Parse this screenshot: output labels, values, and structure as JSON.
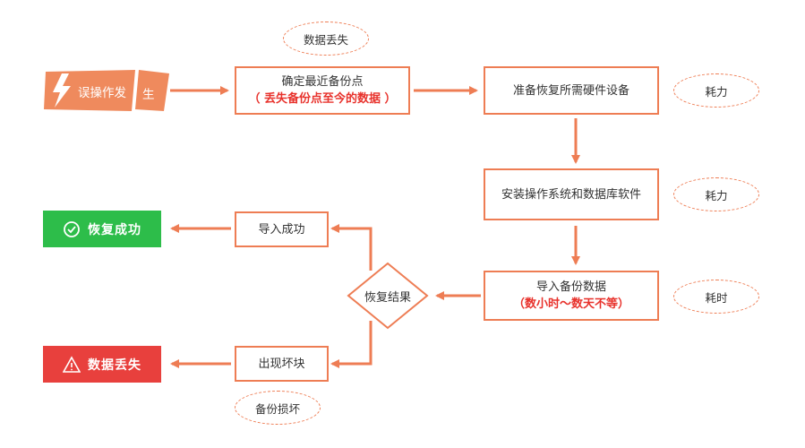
{
  "start": {
    "label_main": "误操作发",
    "label_tail": "生"
  },
  "nodes": {
    "confirm_backup": {
      "line1": "确定最近备份点",
      "line2": "（ 丢失备份点至今的数据 ）"
    },
    "prepare_hw": {
      "label": "准备恢复所需硬件设备"
    },
    "install_sw": {
      "label": "安装操作系统和数据库软件"
    },
    "import_data": {
      "line1": "导入备份数据",
      "line2": "（数小时～数天不等）"
    },
    "import_ok": {
      "label": "导入成功"
    },
    "bad_block": {
      "label": "出现坏块"
    },
    "decision": {
      "label": "恢复结果"
    }
  },
  "notes": {
    "data_loss": "数据丢失",
    "labor1": "耗力",
    "labor2": "耗力",
    "time": "耗时",
    "backup_damage": "备份损坏"
  },
  "results": {
    "success": {
      "label": "恢复成功",
      "icon": "check-circle-icon",
      "color": "#2dbd4a"
    },
    "failure": {
      "label": "数据丢失",
      "icon": "warning-triangle-icon",
      "color": "#e8403d"
    }
  },
  "colors": {
    "accent": "#ee7d54",
    "highlight_text": "#e8322c"
  }
}
